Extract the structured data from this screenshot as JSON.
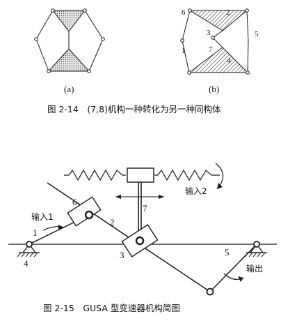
{
  "figure_2_14": {
    "sub_a_label": "(a)",
    "sub_b_label": "(b)",
    "link_numbers": [
      "6",
      "2",
      "3",
      "7",
      "5",
      "1",
      "4"
    ],
    "caption": "图 2-14　(7,8)机构一种转化为另一种同构体"
  },
  "figure_2_15": {
    "input1": "输入1",
    "input2": "输入2",
    "output": "输出",
    "link_numbers": [
      "6",
      "7",
      "2",
      "1",
      "3",
      "4",
      "5"
    ],
    "caption": "图 2-15　GUSA 型变速器机构简图"
  },
  "colors": {
    "ink": "#1a1a1a",
    "hatch": "#555555",
    "background": "#ffffff"
  }
}
